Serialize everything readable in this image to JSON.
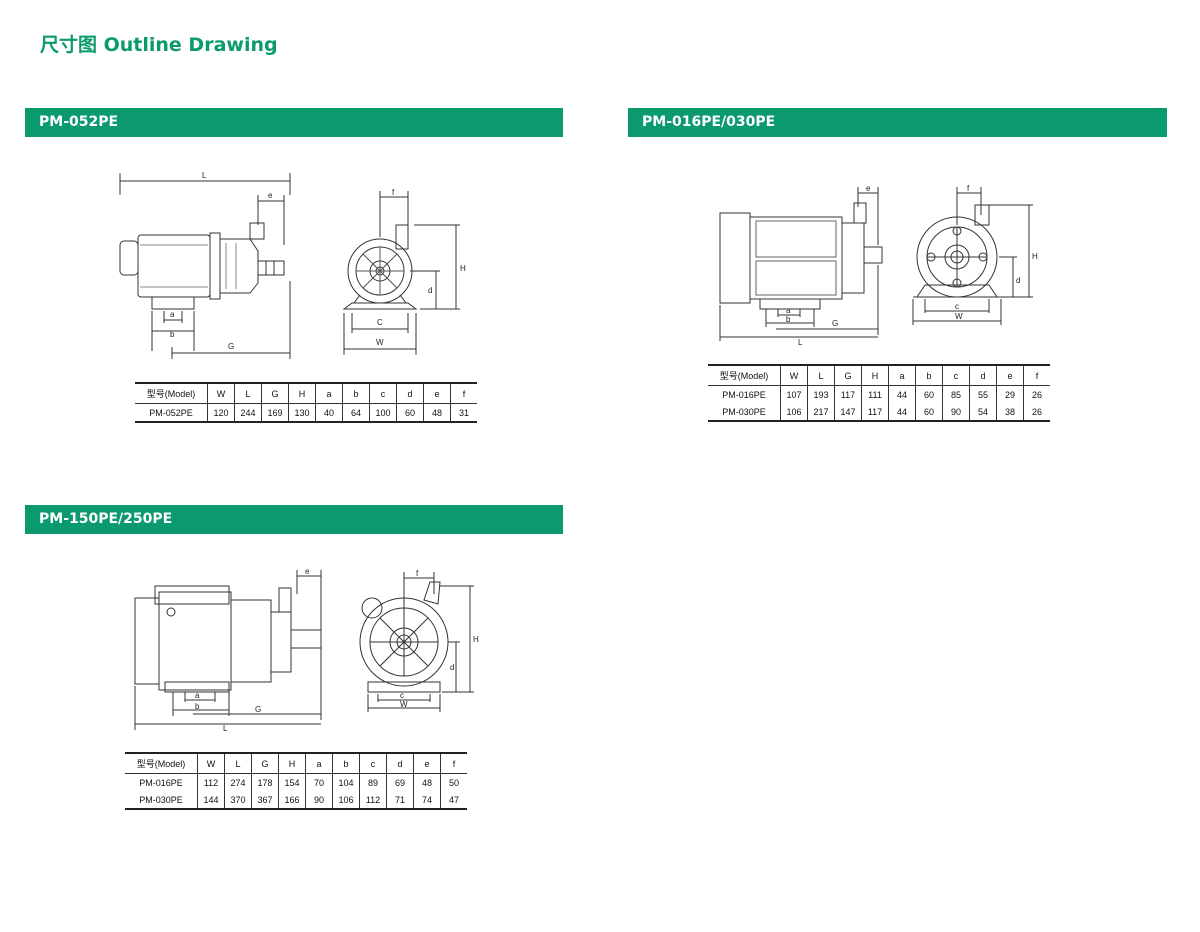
{
  "page": {
    "title": "尺寸图 Outline Drawing"
  },
  "sections": [
    {
      "title": "PM-052PE",
      "dims": {
        "L": "L",
        "e": "e",
        "a": "a",
        "b": "b",
        "G": "G",
        "f": "f",
        "H": "H",
        "d": "d",
        "C": "C",
        "W": "W"
      },
      "table": {
        "headers": [
          "型号(Model)",
          "W",
          "L",
          "G",
          "H",
          "a",
          "b",
          "c",
          "d",
          "e",
          "f"
        ],
        "rows": [
          [
            "PM-052PE",
            "120",
            "244",
            "169",
            "130",
            "40",
            "64",
            "100",
            "60",
            "48",
            "31"
          ]
        ]
      }
    },
    {
      "title": "PM-016PE/030PE",
      "dims": {
        "e": "e",
        "a": "a",
        "b": "b",
        "G": "G",
        "L": "L",
        "f": "f",
        "H": "H",
        "d": "d",
        "c": "c",
        "W": "W"
      },
      "table": {
        "headers": [
          "型号(Model)",
          "W",
          "L",
          "G",
          "H",
          "a",
          "b",
          "c",
          "d",
          "e",
          "f"
        ],
        "rows": [
          [
            "PM-016PE",
            "107",
            "193",
            "117",
            "111",
            "44",
            "60",
            "85",
            "55",
            "29",
            "26"
          ],
          [
            "PM-030PE",
            "106",
            "217",
            "147",
            "117",
            "44",
            "60",
            "90",
            "54",
            "38",
            "26"
          ]
        ]
      }
    },
    {
      "title": "PM-150PE/250PE",
      "dims": {
        "e": "e",
        "a": "a",
        "b": "b",
        "G": "G",
        "L": "L",
        "f": "f",
        "H": "H",
        "d": "d",
        "c": "c",
        "W": "W"
      },
      "table": {
        "headers": [
          "型号(Model)",
          "W",
          "L",
          "G",
          "H",
          "a",
          "b",
          "c",
          "d",
          "e",
          "f"
        ],
        "rows": [
          [
            "PM-016PE",
            "112",
            "274",
            "178",
            "154",
            "70",
            "104",
            "89",
            "69",
            "48",
            "50"
          ],
          [
            "PM-030PE",
            "144",
            "370",
            "367",
            "166",
            "90",
            "106",
            "112",
            "71",
            "74",
            "47"
          ]
        ]
      }
    }
  ]
}
